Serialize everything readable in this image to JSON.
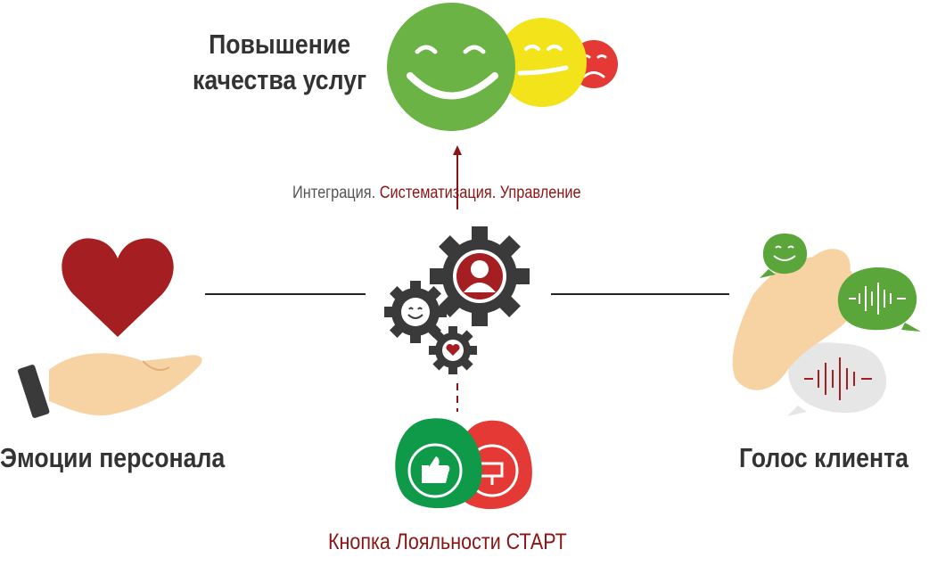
{
  "title_line1": "Повышение",
  "title_line2": "качества услуг",
  "caption": {
    "part1": "Интеграция.",
    "part2": " Систематизация. Управление"
  },
  "left_label": "Эмоции персонала",
  "right_label": "Голос клиента",
  "bottom_label": "Кнопка Лояльности СТАРТ",
  "colors": {
    "accent": "#8b1414",
    "green": "#6ab344",
    "yellow": "#f2e31b",
    "red": "#e53935",
    "gear": "#3a3a3a",
    "heart": "#a51e22"
  }
}
